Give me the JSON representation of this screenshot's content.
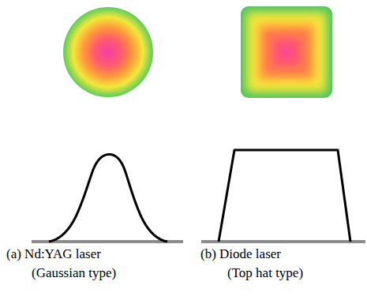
{
  "diagram": {
    "labels": [
      "(a) Nd:YAG laser",
      "(Gaussian type)",
      "(b) Diode laser",
      "(Top hat type)"
    ]
  }
}
